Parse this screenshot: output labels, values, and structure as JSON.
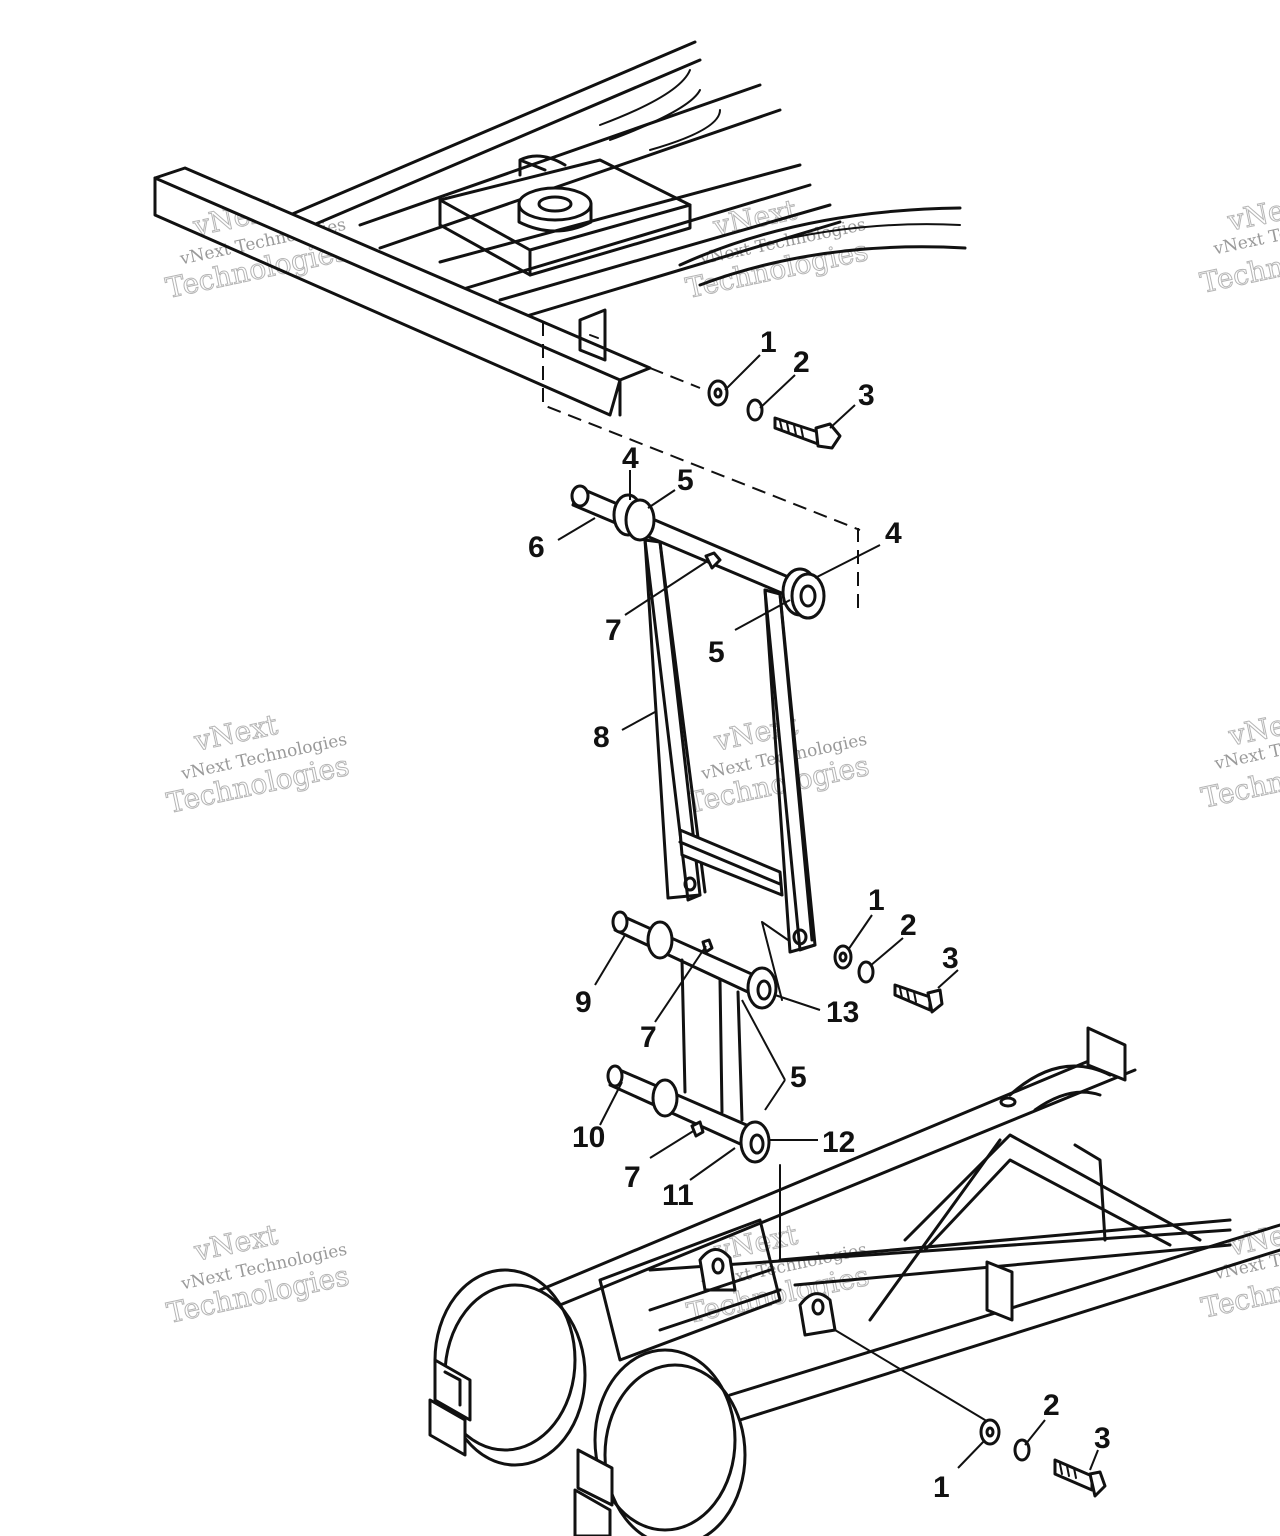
{
  "watermark": {
    "line1": "vNext Technologies",
    "line2": "vNext",
    "line3": "Technologies"
  },
  "callouts": {
    "c1": "1",
    "c2": "2",
    "c3": "3",
    "c4": "4",
    "c5": "5",
    "c6": "6",
    "c7": "7",
    "c8": "8",
    "c9": "9",
    "c10": "10",
    "c11": "11",
    "c12": "12",
    "c13": "13"
  }
}
